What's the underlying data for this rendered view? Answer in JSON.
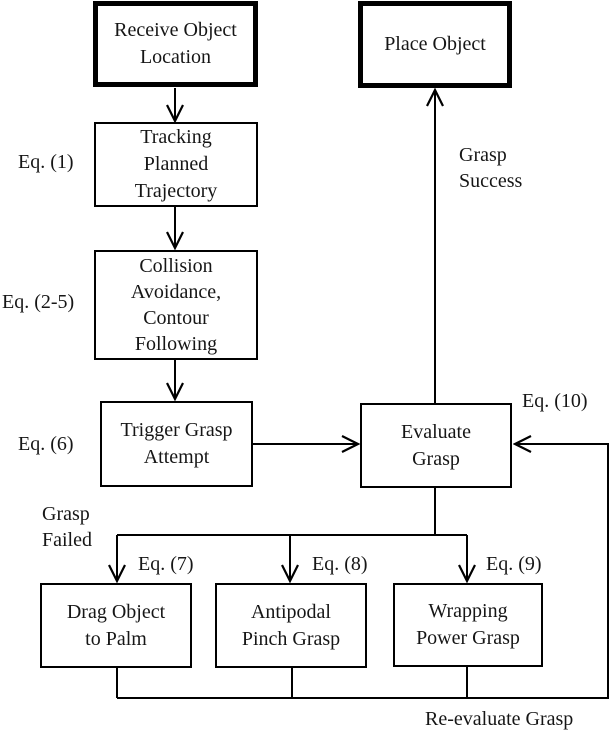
{
  "diagram": {
    "kind": "flowchart",
    "colors": {
      "line": "#000000",
      "background": "#ffffff",
      "text": "#161616"
    },
    "nodes": {
      "receive": {
        "label": "Receive Object\nLocation"
      },
      "place": {
        "label": "Place Object"
      },
      "tracking": {
        "label": "Tracking\nPlanned\nTrajectory"
      },
      "collision": {
        "label": "Collision\nAvoidance,\nContour\nFollowing"
      },
      "trigger": {
        "label": "Trigger Grasp\nAttempt"
      },
      "evaluate": {
        "label": "Evaluate\nGrasp"
      },
      "drag": {
        "label": "Drag Object\nto Palm"
      },
      "antipodal": {
        "label": "Antipodal\nPinch Grasp"
      },
      "wrapping": {
        "label": "Wrapping\nPower Grasp"
      }
    },
    "labels": {
      "eq1": "Eq. (1)",
      "eq25": "Eq. (2-5)",
      "eq6": "Eq. (6)",
      "eq7": "Eq. (7)",
      "eq8": "Eq. (8)",
      "eq9": "Eq. (9)",
      "eq10": "Eq. (10)",
      "grasp_success": "Grasp\nSuccess",
      "grasp_failed": "Grasp\nFailed",
      "reevaluate": "Re-evaluate Grasp"
    },
    "edges": [
      "receive -> tracking",
      "tracking -> collision",
      "collision -> trigger",
      "trigger -> evaluate",
      "evaluate -> place (Grasp Success)",
      "evaluate -> drag (Grasp Failed)",
      "evaluate -> antipodal (Grasp Failed)",
      "evaluate -> wrapping (Grasp Failed)",
      "drag -> evaluate (Re-evaluate Grasp)",
      "antipodal -> evaluate (Re-evaluate Grasp)",
      "wrapping -> evaluate (Re-evaluate Grasp)"
    ]
  }
}
